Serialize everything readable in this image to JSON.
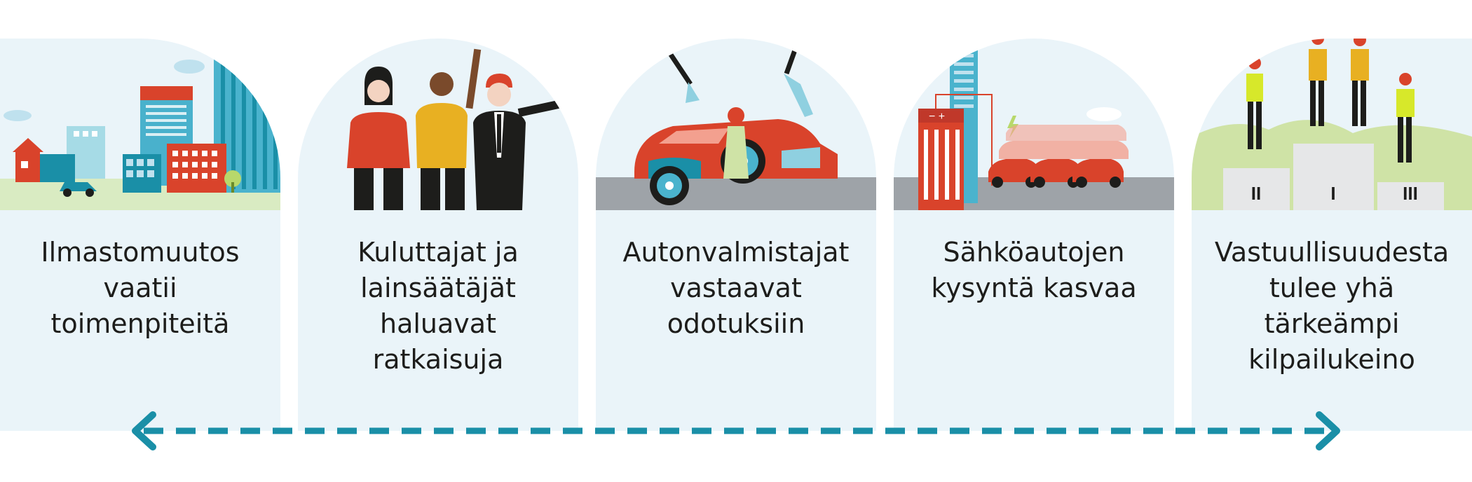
{
  "panels": [
    {
      "id": "climate",
      "lines": [
        "Ilmastomuutos",
        "vaatii",
        "toimenpiteitä"
      ]
    },
    {
      "id": "consumers",
      "lines": [
        "Kuluttajat ja",
        "lainsäätäjät",
        "haluavat",
        "ratkaisuja"
      ]
    },
    {
      "id": "manufacturers",
      "lines": [
        "Autonvalmistajat",
        "vastaavat",
        "odotuksiin"
      ]
    },
    {
      "id": "ev-demand",
      "lines": [
        "Sähköautojen",
        "kysyntä kasvaa"
      ]
    },
    {
      "id": "responsibility",
      "lines": [
        "Vastuullisuudesta",
        "tulee yhä",
        "tärkeämpi",
        "kilpailukeino"
      ]
    }
  ],
  "podium_labels": [
    "II",
    "I",
    "III"
  ],
  "colors": {
    "panel_bg": "#eaf4f9",
    "accent_teal": "#1a8fa7",
    "red": "#d9432b",
    "yellow": "#e8b022",
    "green": "#cfe3a6",
    "road": "#9ea3a8",
    "text": "#1d1d1b"
  },
  "icons": [
    "city-buildings",
    "people-group",
    "robot-arms-car",
    "ev-charging-lot",
    "podium-winners",
    "double-arrow-dashed"
  ]
}
